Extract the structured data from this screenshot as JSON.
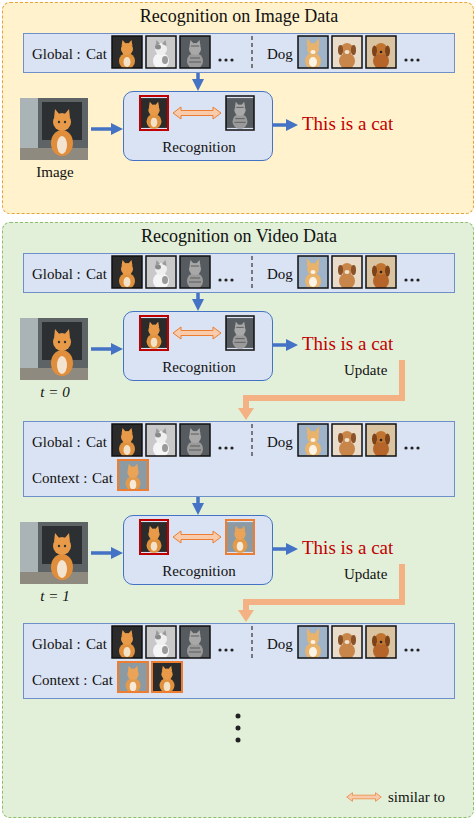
{
  "diagram": {
    "nodes": [
      {
        "text": [
          "Recognition on Image Data"
        ]
      },
      {
        "text": [
          "Global :",
          "Cat",
          "Dog"
        ],
        "in": 0
      },
      {
        "text": [
          "Image"
        ],
        "in": 0
      },
      {
        "text": [
          "Recognition"
        ],
        "in": 0
      },
      {
        "text": [
          "Recognition on Video Data"
        ]
      },
      {
        "text": [
          "Global :",
          "Cat",
          "Dog"
        ],
        "in": 4
      },
      {
        "text": [
          "t = 0"
        ],
        "in": 4
      },
      {
        "text": [
          "Recognition"
        ],
        "in": 4
      },
      {
        "text": [
          "Global :",
          "Cat",
          "Dog",
          "Context :",
          "Cat"
        ],
        "in": 4
      },
      {
        "text": [
          "t = 1"
        ],
        "in": 4
      },
      {
        "text": [
          "Recognition"
        ],
        "in": 4
      },
      {
        "text": [
          "Global :",
          "Cat",
          "Dog",
          "Context :",
          "Cat"
        ],
        "in": 4
      }
    ],
    "edges": [
      {
        "from": 1,
        "to": 3,
        "arrow": "to"
      },
      {
        "from": 2,
        "to": 3,
        "arrow": "to"
      },
      {
        "from": 5,
        "to": 7,
        "arrow": "to"
      },
      {
        "from": 6,
        "to": 7,
        "arrow": "to"
      },
      {
        "from": 8,
        "to": 10,
        "arrow": "to"
      },
      {
        "from": 9,
        "to": 10,
        "arrow": "to"
      }
    ],
    "labels": [
      "This is a cat",
      "This is a cat",
      "Update",
      "This is a cat",
      "Update"
    ],
    "legend": [
      {
        "text": "similar to"
      }
    ]
  }
}
